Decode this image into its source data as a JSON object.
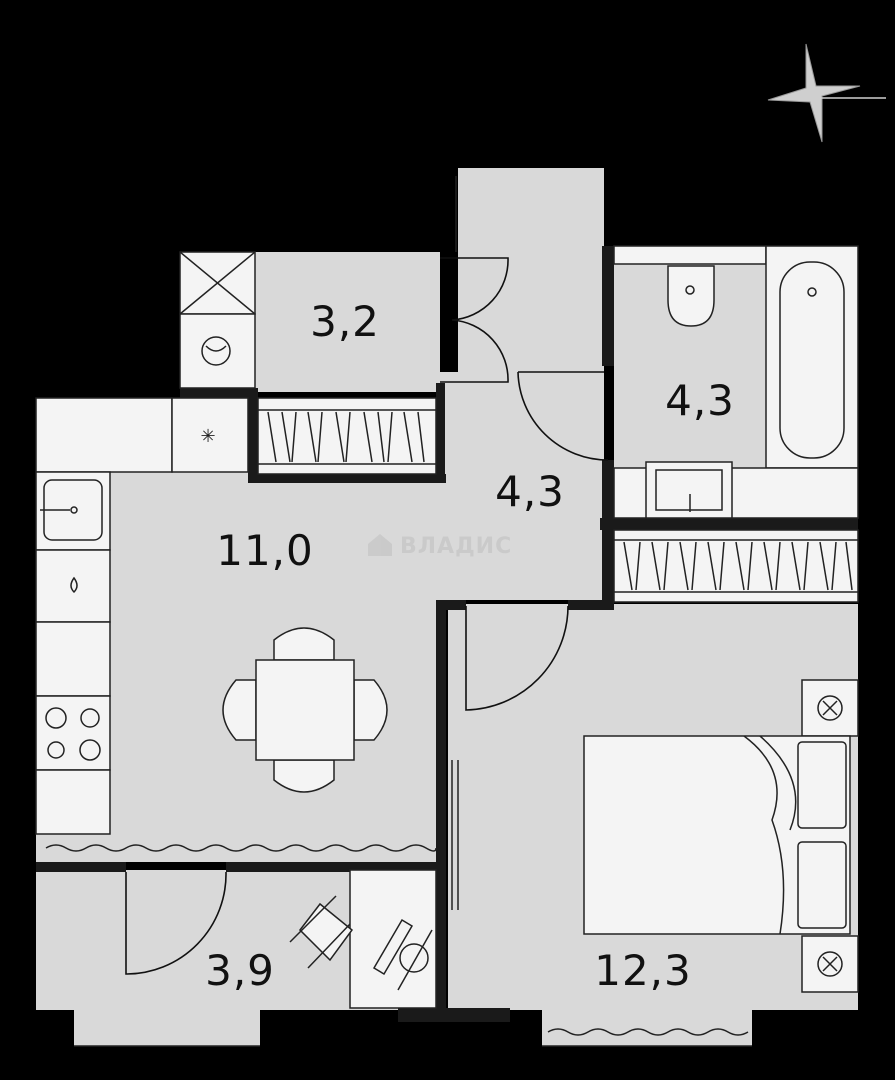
{
  "plan": {
    "rooms": [
      {
        "id": "storage",
        "area": "3,2"
      },
      {
        "id": "bathroom",
        "area": "4,3"
      },
      {
        "id": "hallway",
        "area": "4,3"
      },
      {
        "id": "kitchen-living",
        "area": "11,0"
      },
      {
        "id": "balcony",
        "area": "3,9"
      },
      {
        "id": "bedroom",
        "area": "12,3"
      }
    ],
    "watermark": "ВЛАДИС",
    "compass": "compass-star-icon"
  }
}
